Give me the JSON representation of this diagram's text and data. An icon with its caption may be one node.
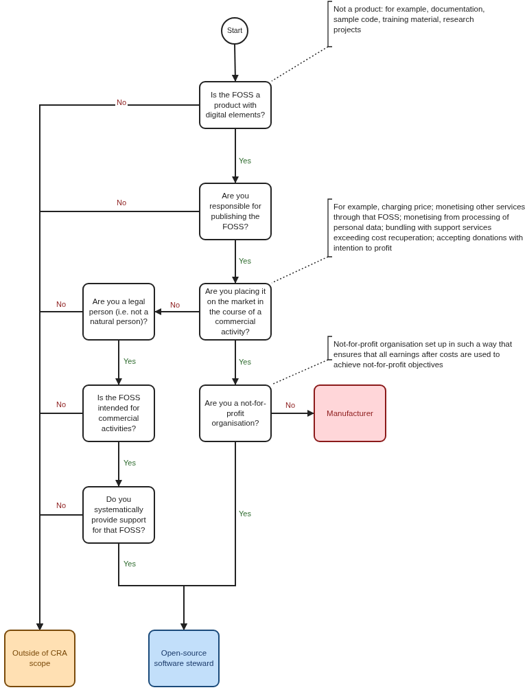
{
  "diagram": {
    "nodes": [
      {
        "text": [
          "Start"
        ]
      },
      {
        "text": [
          "Is the FOSS a product with digital elements?"
        ]
      },
      {
        "text": [
          "Are you responsible for publishing the FOSS?"
        ]
      },
      {
        "text": [
          "Are you placing it on the market in the course of a commercial activity?"
        ]
      },
      {
        "text": [
          "Are you a legal person (i.e. not a natural person)?"
        ]
      },
      {
        "text": [
          "Is the FOSS intended for commercial activities?"
        ]
      },
      {
        "text": [
          "Do you systematically provide support for that FOSS?"
        ]
      },
      {
        "text": [
          "Are you a not-for-profit organisation?"
        ]
      },
      {
        "text": [
          "Manufacturer"
        ]
      },
      {
        "text": [
          "Outside of CRA scope"
        ]
      },
      {
        "text": [
          "Open-source software steward"
        ]
      },
      {
        "text": [
          "Not a product: for example, documentation, sample code, training material, research projects"
        ]
      },
      {
        "text": [
          "For example, charging price; monetising other services through that FOSS; monetising from processing of personal data; bundling with support services exceeding cost recuperation; accepting donations with intention to profit"
        ]
      },
      {
        "text": [
          "Not-for-profit organisation set up in such a way that ensures that all earnings after costs are used to achieve not-for-profit objectives"
        ]
      }
    ],
    "edges": [
      {
        "from": 0,
        "to": 1,
        "arrow": "to"
      },
      {
        "from": 1,
        "to": 2,
        "arrow": "to",
        "label": "Yes"
      },
      {
        "from": 2,
        "to": 3,
        "arrow": "to",
        "label": "Yes"
      },
      {
        "from": 3,
        "to": 4,
        "arrow": "to",
        "label": "No"
      },
      {
        "from": 3,
        "to": 7,
        "arrow": "to",
        "label": "Yes"
      },
      {
        "from": 4,
        "to": 5,
        "arrow": "to",
        "label": "Yes"
      },
      {
        "from": 5,
        "to": 6,
        "arrow": "to",
        "label": "Yes"
      },
      {
        "from": 7,
        "to": 8,
        "arrow": "to",
        "label": "No"
      },
      {
        "from": 1,
        "to": 9,
        "arrow": "to",
        "label": "No"
      },
      {
        "from": 2,
        "to": 9,
        "arrow": "to",
        "label": "No"
      },
      {
        "from": 4,
        "to": 9,
        "arrow": "to",
        "label": "No"
      },
      {
        "from": 5,
        "to": 9,
        "arrow": "to",
        "label": "No"
      },
      {
        "from": 6,
        "to": 9,
        "arrow": "to",
        "label": "No"
      },
      {
        "from": 6,
        "to": 10,
        "arrow": "to",
        "label": "Yes"
      },
      {
        "from": 7,
        "to": 10,
        "arrow": "to",
        "label": "Yes"
      },
      {
        "from": 11,
        "to": 1,
        "arrow": "none",
        "style": "dashed"
      },
      {
        "from": 12,
        "to": 3,
        "arrow": "none",
        "style": "dashed"
      },
      {
        "from": 13,
        "to": 7,
        "arrow": "none",
        "style": "dashed"
      }
    ]
  }
}
